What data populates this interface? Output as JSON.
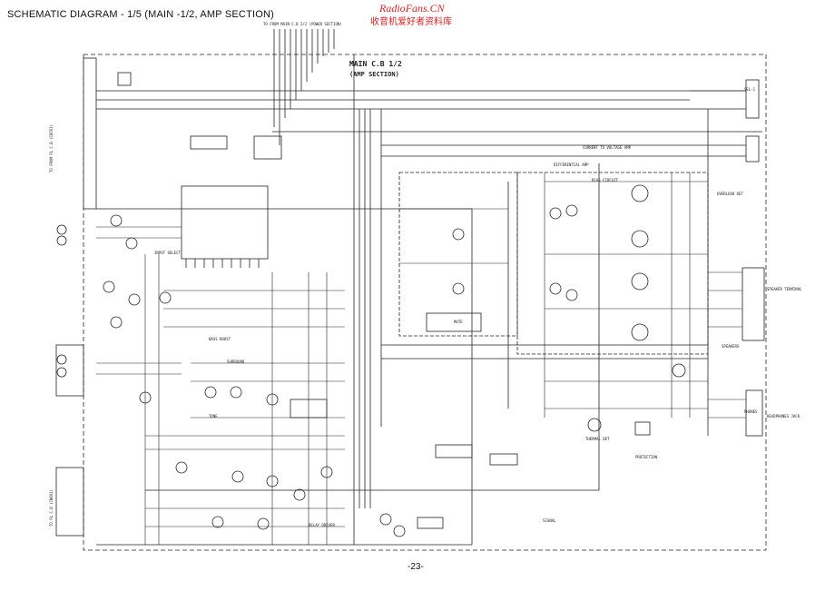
{
  "header": {
    "title": "SCHEMATIC DIAGRAM - 1/5 (MAIN -1/2, AMP SECTION)",
    "watermark_en": "RadioFans.CN",
    "watermark_cn": "收音机爱好者资料库"
  },
  "board": {
    "name": "MAIN C.B 1/2",
    "section": "(AMP SECTION)",
    "top_connector": "TO FROM MAIN C.B 2/2 (POWER SECTION)"
  },
  "blocks": {
    "differential_amp": "DIFFERENTIAL AMP",
    "bias_circuit": "BIAS CIRCUIT",
    "overload_det": "OVERLOAD DET",
    "voltage_amp": "CURRENT TO VOLTAGE AMP",
    "relay_driver": "RELAY DRIVER",
    "thermal_det": "THERMAL DET",
    "protection": "PROTECTION",
    "mute": "MUTE",
    "speakers": "SPEAKERS",
    "headphones": "PHONES",
    "input_select": "INPUT SELECT",
    "tone": "TONE",
    "bass_boost": "BASS BOOST",
    "surround": "SURROUND"
  },
  "connectors": {
    "left_main": "TO FROM FL C.B (CN701)",
    "left_lower": "TO FL C.B (CN801)",
    "right_top": "SEL-1",
    "right_speakers": "SPEAKER TERMINAL",
    "right_headphones": "HEADPHONES JACK"
  },
  "footer": {
    "page_number": "-23-",
    "legend": "SIGNAL"
  }
}
